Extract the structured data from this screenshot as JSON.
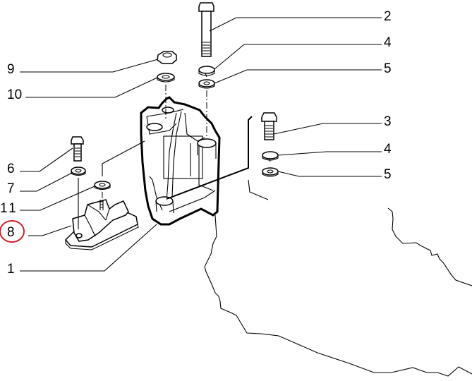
{
  "diagram": {
    "type": "exploded-parts-view",
    "subject": "engine / gearbox mount bracket assembly",
    "highlight_color": "#d0202a",
    "line_color": "#000000",
    "background": "#ffffff",
    "highlighted_part": "8",
    "callouts": [
      {
        "id": "1",
        "label": "1",
        "side": "left",
        "part": "mount-bracket"
      },
      {
        "id": "2",
        "label": "2",
        "side": "right",
        "part": "long-bolt"
      },
      {
        "id": "3",
        "label": "3",
        "side": "right",
        "part": "short-bolt"
      },
      {
        "id": "4a",
        "label": "4",
        "side": "right",
        "part": "split-lock-washer-upper"
      },
      {
        "id": "5a",
        "label": "5",
        "side": "right",
        "part": "flat-washer-upper"
      },
      {
        "id": "4b",
        "label": "4",
        "side": "right",
        "part": "split-lock-washer-lower"
      },
      {
        "id": "5b",
        "label": "5",
        "side": "right",
        "part": "flat-washer-lower"
      },
      {
        "id": "6",
        "label": "6",
        "side": "left",
        "part": "small-bolt"
      },
      {
        "id": "7",
        "label": "7",
        "side": "left",
        "part": "small-washer"
      },
      {
        "id": "8",
        "label": "8",
        "side": "left",
        "part": "rubber-mount",
        "highlighted": true
      },
      {
        "id": "9",
        "label": "9",
        "side": "left",
        "part": "hex-nut"
      },
      {
        "id": "10",
        "label": "10",
        "side": "left",
        "part": "nut-washer"
      },
      {
        "id": "11",
        "label": "11",
        "side": "left",
        "part": "mount-washer"
      }
    ]
  }
}
